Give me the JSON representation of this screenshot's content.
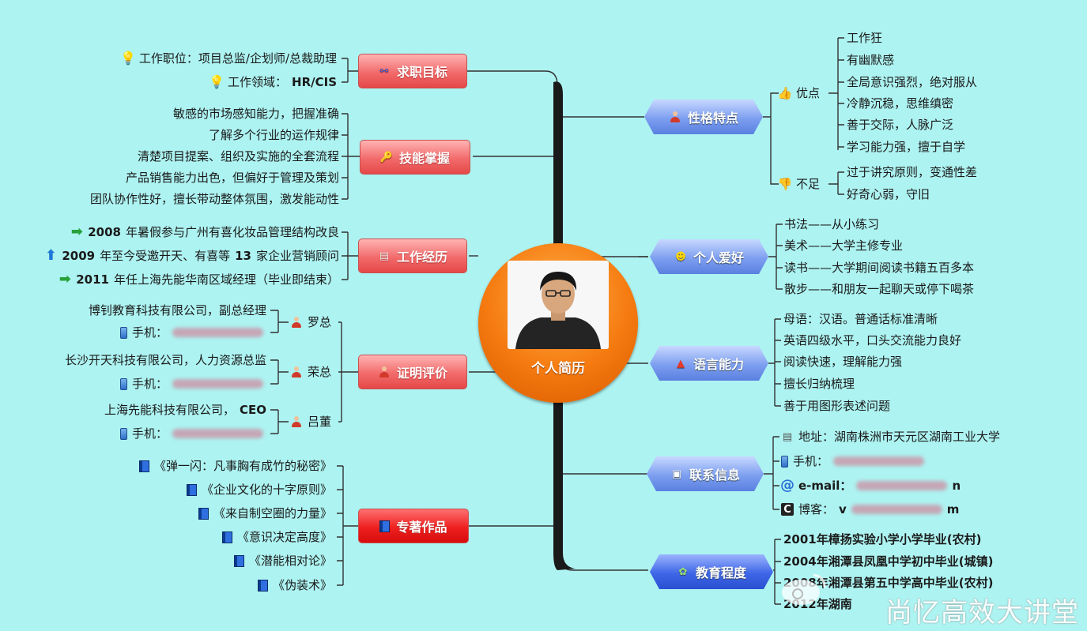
{
  "center": {
    "title": "个人简历"
  },
  "left": {
    "objective": {
      "label": "求职目标",
      "items": [
        "工作职位：项目总监/企划师/总裁助理",
        "工作领域："
      ],
      "field_bold": "HR/CIS"
    },
    "skills": {
      "label": "技能掌握",
      "items": [
        "敏感的市场感知能力，把握准确",
        "了解多个行业的运作规律",
        "清楚项目提案、组织及实施的全套流程",
        "产品销售能力出色，但偏好于管理及策划",
        "团队协作性好，擅长带动整体氛围，激发能动性"
      ]
    },
    "experience": {
      "label": "工作经历",
      "items": [
        {
          "year": "2008",
          "text": "年暑假参与广州有喜化妆品管理结构改良"
        },
        {
          "year": "2009",
          "text_a": "年至今受邀开天、有喜等",
          "num": "13",
          "text_b": "家企业营销顾问"
        },
        {
          "year": "2011",
          "text": "年任上海先能华南区域经理（毕业即结束）"
        }
      ]
    },
    "references": {
      "label": "证明评价",
      "phone_label": "手机：",
      "people": [
        {
          "name": "罗总",
          "company": "博钊教育科技有限公司，副总经理"
        },
        {
          "name": "荣总",
          "company": "长沙开天科技有限公司，人力资源总监"
        },
        {
          "name": "吕董",
          "company": "上海先能科技有限公司，",
          "company_bold": "CEO"
        }
      ]
    },
    "publications": {
      "label": "专著作品",
      "items": [
        "《弹一闪：凡事胸有成竹的秘密》",
        "《企业文化的十字原则》",
        "《来自制空圈的力量》",
        "《意识决定高度》",
        "《潜能相对论》",
        "《伪装术》"
      ]
    }
  },
  "right": {
    "personality": {
      "label": "性格特点",
      "pros_label": "优点",
      "pros": [
        "工作狂",
        "有幽默感",
        "全局意识强烈，绝对服从",
        "冷静沉稳，思维缜密",
        "善于交际，人脉广泛",
        "学习能力强，擅于自学"
      ],
      "cons_label": "不足",
      "cons": [
        "过于讲究原则，变通性差",
        "好奇心弱，守旧"
      ]
    },
    "hobbies": {
      "label": "个人爱好",
      "items": [
        "书法——从小练习",
        "美术——大学主修专业",
        "读书——大学期间阅读书籍五百多本",
        "散步——和朋友一起聊天或停下喝茶"
      ]
    },
    "language": {
      "label": "语言能力",
      "items": [
        "母语：汉语。普通话标准清晰",
        "英语四级水平，口头交流能力良好",
        "阅读快速，理解能力强",
        "擅长归纳梳理",
        "善于用图形表述问题"
      ]
    },
    "contact": {
      "label": "联系信息",
      "address": "地址：湖南株洲市天元区湖南工业大学",
      "phone": "手机：",
      "email": "e-mail：",
      "email_tail": "n",
      "blog": "博客：",
      "blog_v": "v",
      "blog_tail": "m"
    },
    "education": {
      "label": "教育程度",
      "items": [
        "2001年樟扬实验小学小学毕业(农村)",
        "2004年湘潭县凤凰中学初中毕业(城镇)",
        "2008年湘潭县第五中学高中毕业(农村)",
        "2012年湖南"
      ]
    }
  },
  "watermark": "尚忆高效大讲堂",
  "colors": {
    "background": "#adf3f1",
    "left_node": "#f26b6b",
    "right_node": "#7d9ff0",
    "center": "#f57a0f"
  }
}
